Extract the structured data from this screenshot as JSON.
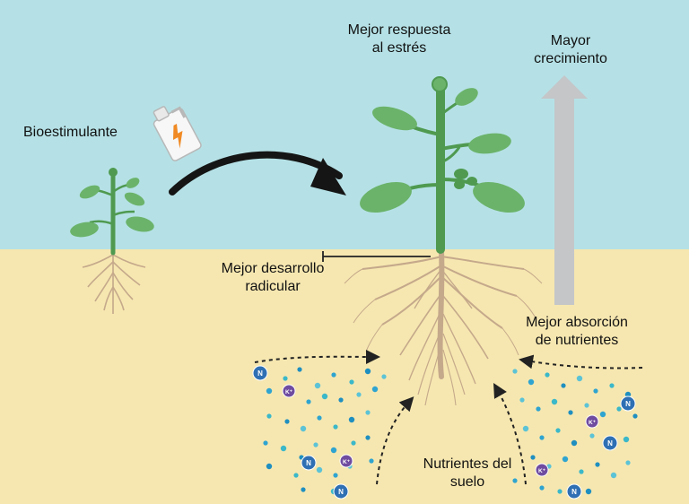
{
  "labels": {
    "biostimulant": "Bioestimulante",
    "stress_line1": "Mejor respuesta",
    "stress_line2": "al estrés",
    "growth_line1": "Mayor",
    "growth_line2": "crecimiento",
    "root_line1": "Mejor desarrollo",
    "root_line2": "radicular",
    "absorption_line1": "Mejor absorción",
    "absorption_line2": "de nutrientes",
    "soil_line1": "Nutrientes del",
    "soil_line2": "suelo"
  },
  "nutrient_tokens": {
    "nitrogen": "N",
    "potassium": "K⁺"
  },
  "colors": {
    "sky": "#b5e1e6",
    "soil": "#f6e7b0",
    "leaf": "#6bb36a",
    "stem": "#4f9a50",
    "root": "#c5a98b",
    "arrow": "#151515",
    "growth_arrow": "#c4c6c8",
    "nitrogen": "#2f6fb3",
    "potassium": "#6f4ca0",
    "particle": "#2fa4d0"
  }
}
